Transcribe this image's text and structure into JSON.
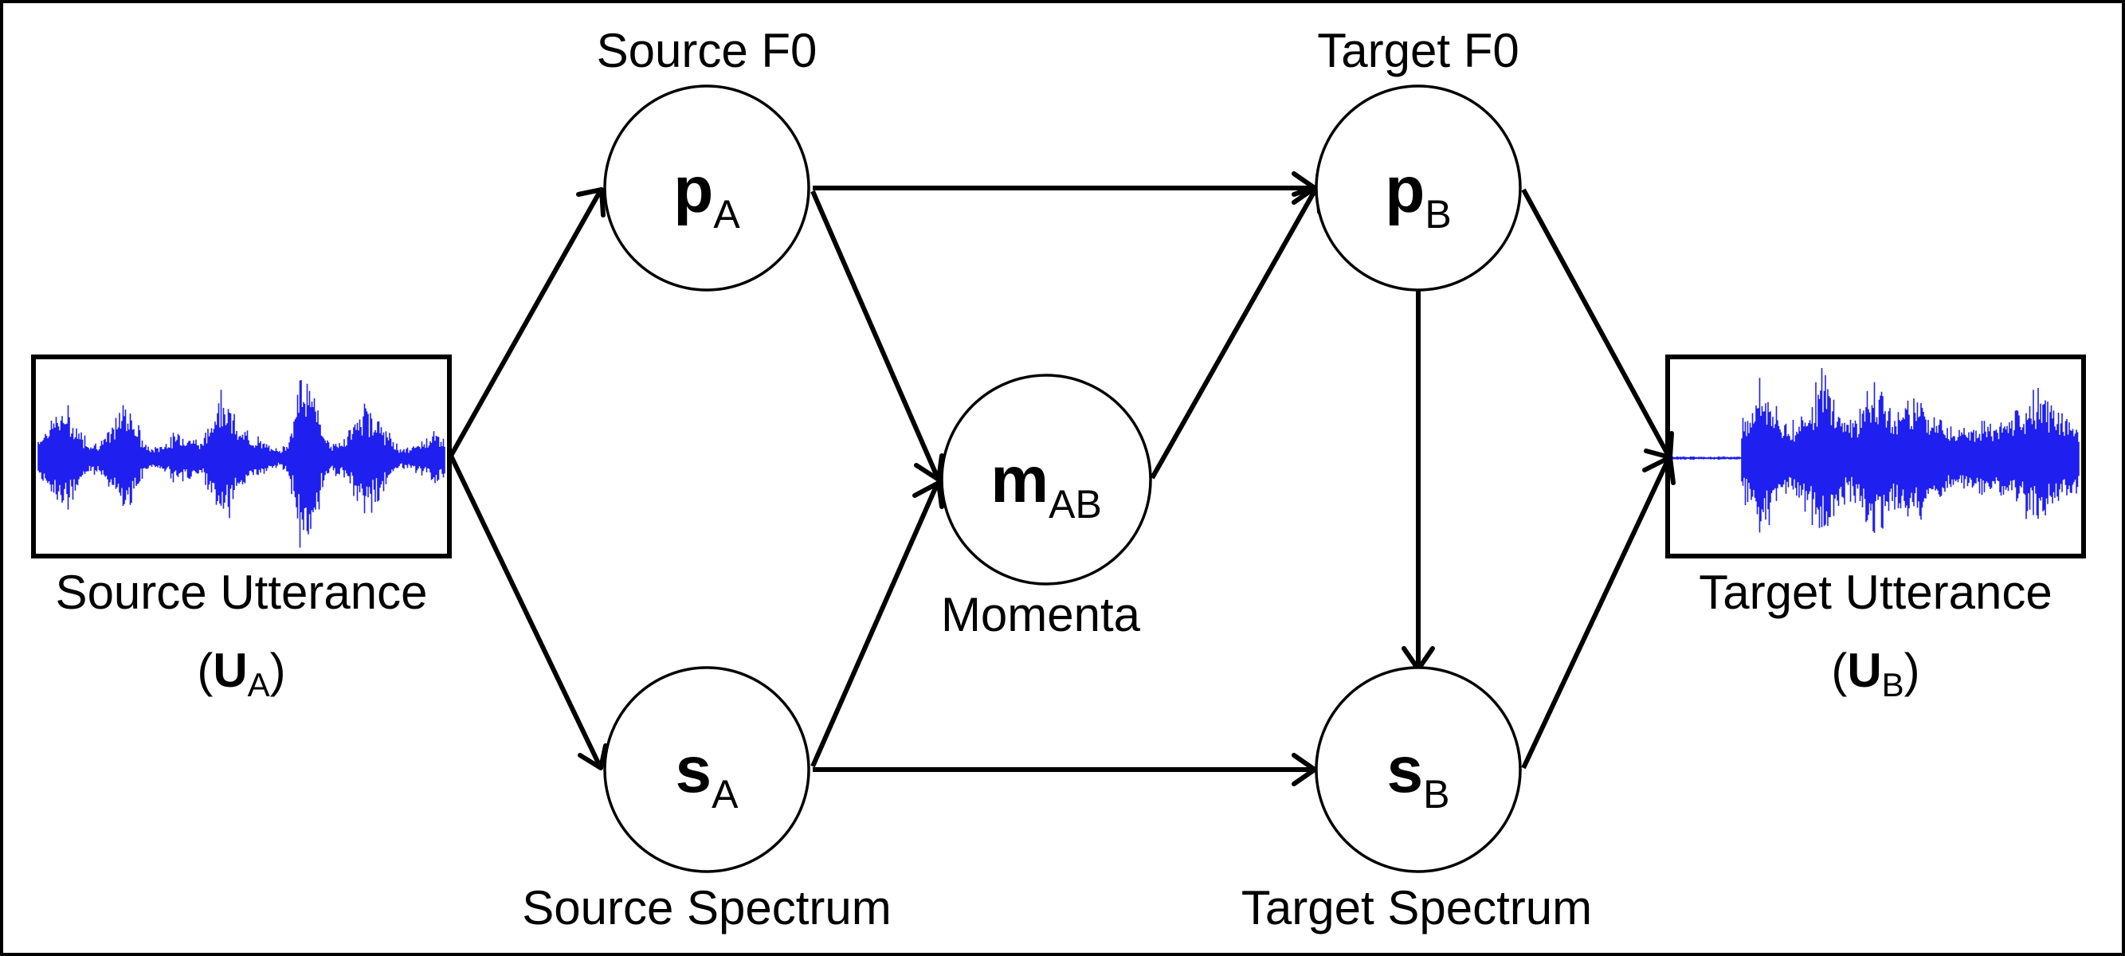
{
  "diagram": {
    "nodes": {
      "pA": {
        "main": "p",
        "sub": "A",
        "caption": "Source F0"
      },
      "sA": {
        "main": "s",
        "sub": "A",
        "caption": "Source Spectrum"
      },
      "mAB": {
        "main": "m",
        "sub": "AB",
        "caption": "Momenta"
      },
      "pB": {
        "main": "p",
        "sub": "B",
        "caption": "Target F0"
      },
      "sB": {
        "main": "s",
        "sub": "B",
        "caption": "Target Spectrum"
      }
    },
    "source": {
      "caption": "Source Utterance",
      "symbol_open": "(",
      "symbol": "U",
      "sub": "A",
      "symbol_close": ")"
    },
    "target": {
      "caption": "Target Utterance",
      "symbol_open": "(",
      "symbol": "U",
      "sub": "B",
      "symbol_close": ")"
    },
    "colors": {
      "waveform": "#1f1ff0",
      "stroke": "#000000"
    }
  }
}
